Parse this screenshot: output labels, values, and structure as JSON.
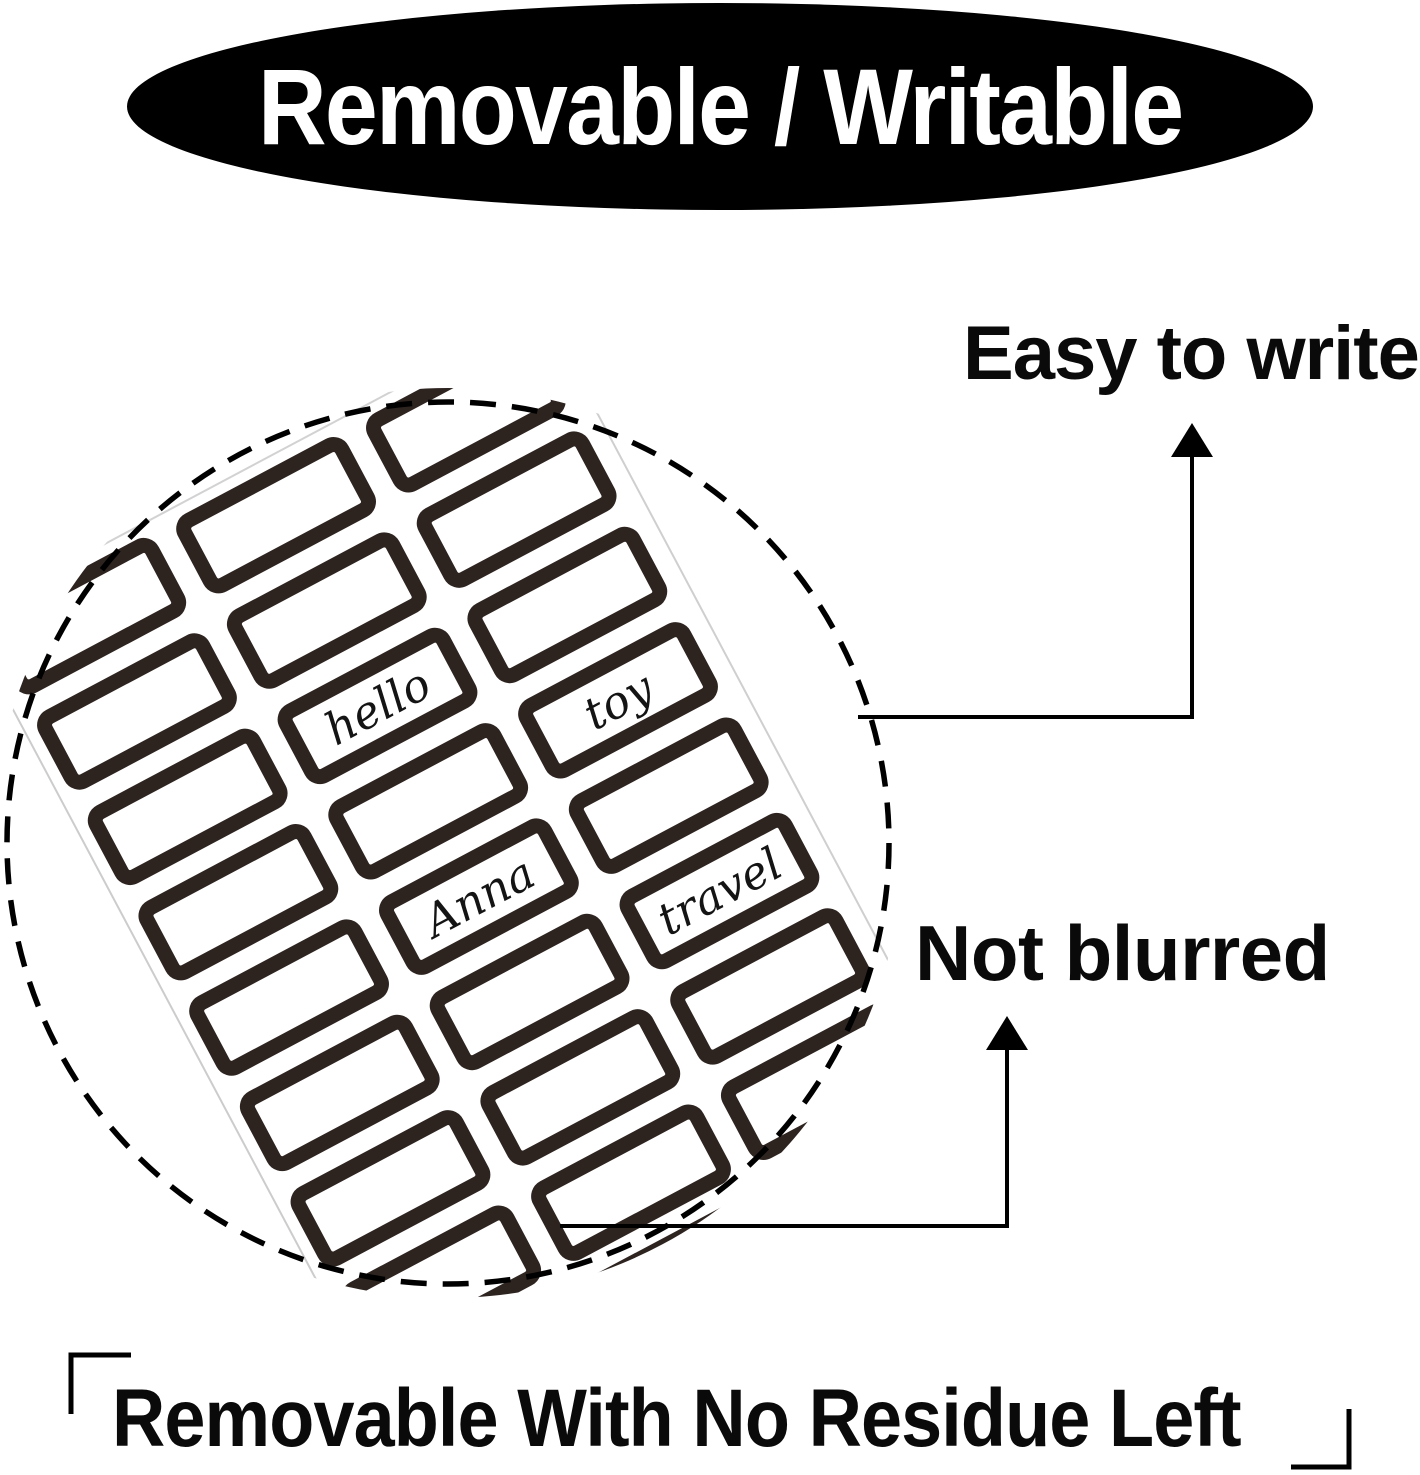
{
  "badge": {
    "label": "Removable / Writable"
  },
  "callouts": {
    "easy_to_write": "Easy to write",
    "not_blurred": "Not blurred"
  },
  "footer": {
    "label": "Removable With No Residue Left"
  },
  "magnifier": {
    "grid": {
      "cols": 3,
      "rows": 9
    },
    "sticker_words": [
      {
        "cell": 7,
        "text": "hello"
      },
      {
        "cell": 11,
        "text": "toy"
      },
      {
        "cell": 13,
        "text": "Anna"
      },
      {
        "cell": 17,
        "text": "travel"
      }
    ]
  },
  "colors": {
    "badge_bg": "#000000",
    "badge_text": "#ffffff",
    "ink": "#0a0a0a",
    "sticker_border": "#2d2420",
    "sheet_edge": "#cccccc",
    "handwriting": "#141414"
  }
}
